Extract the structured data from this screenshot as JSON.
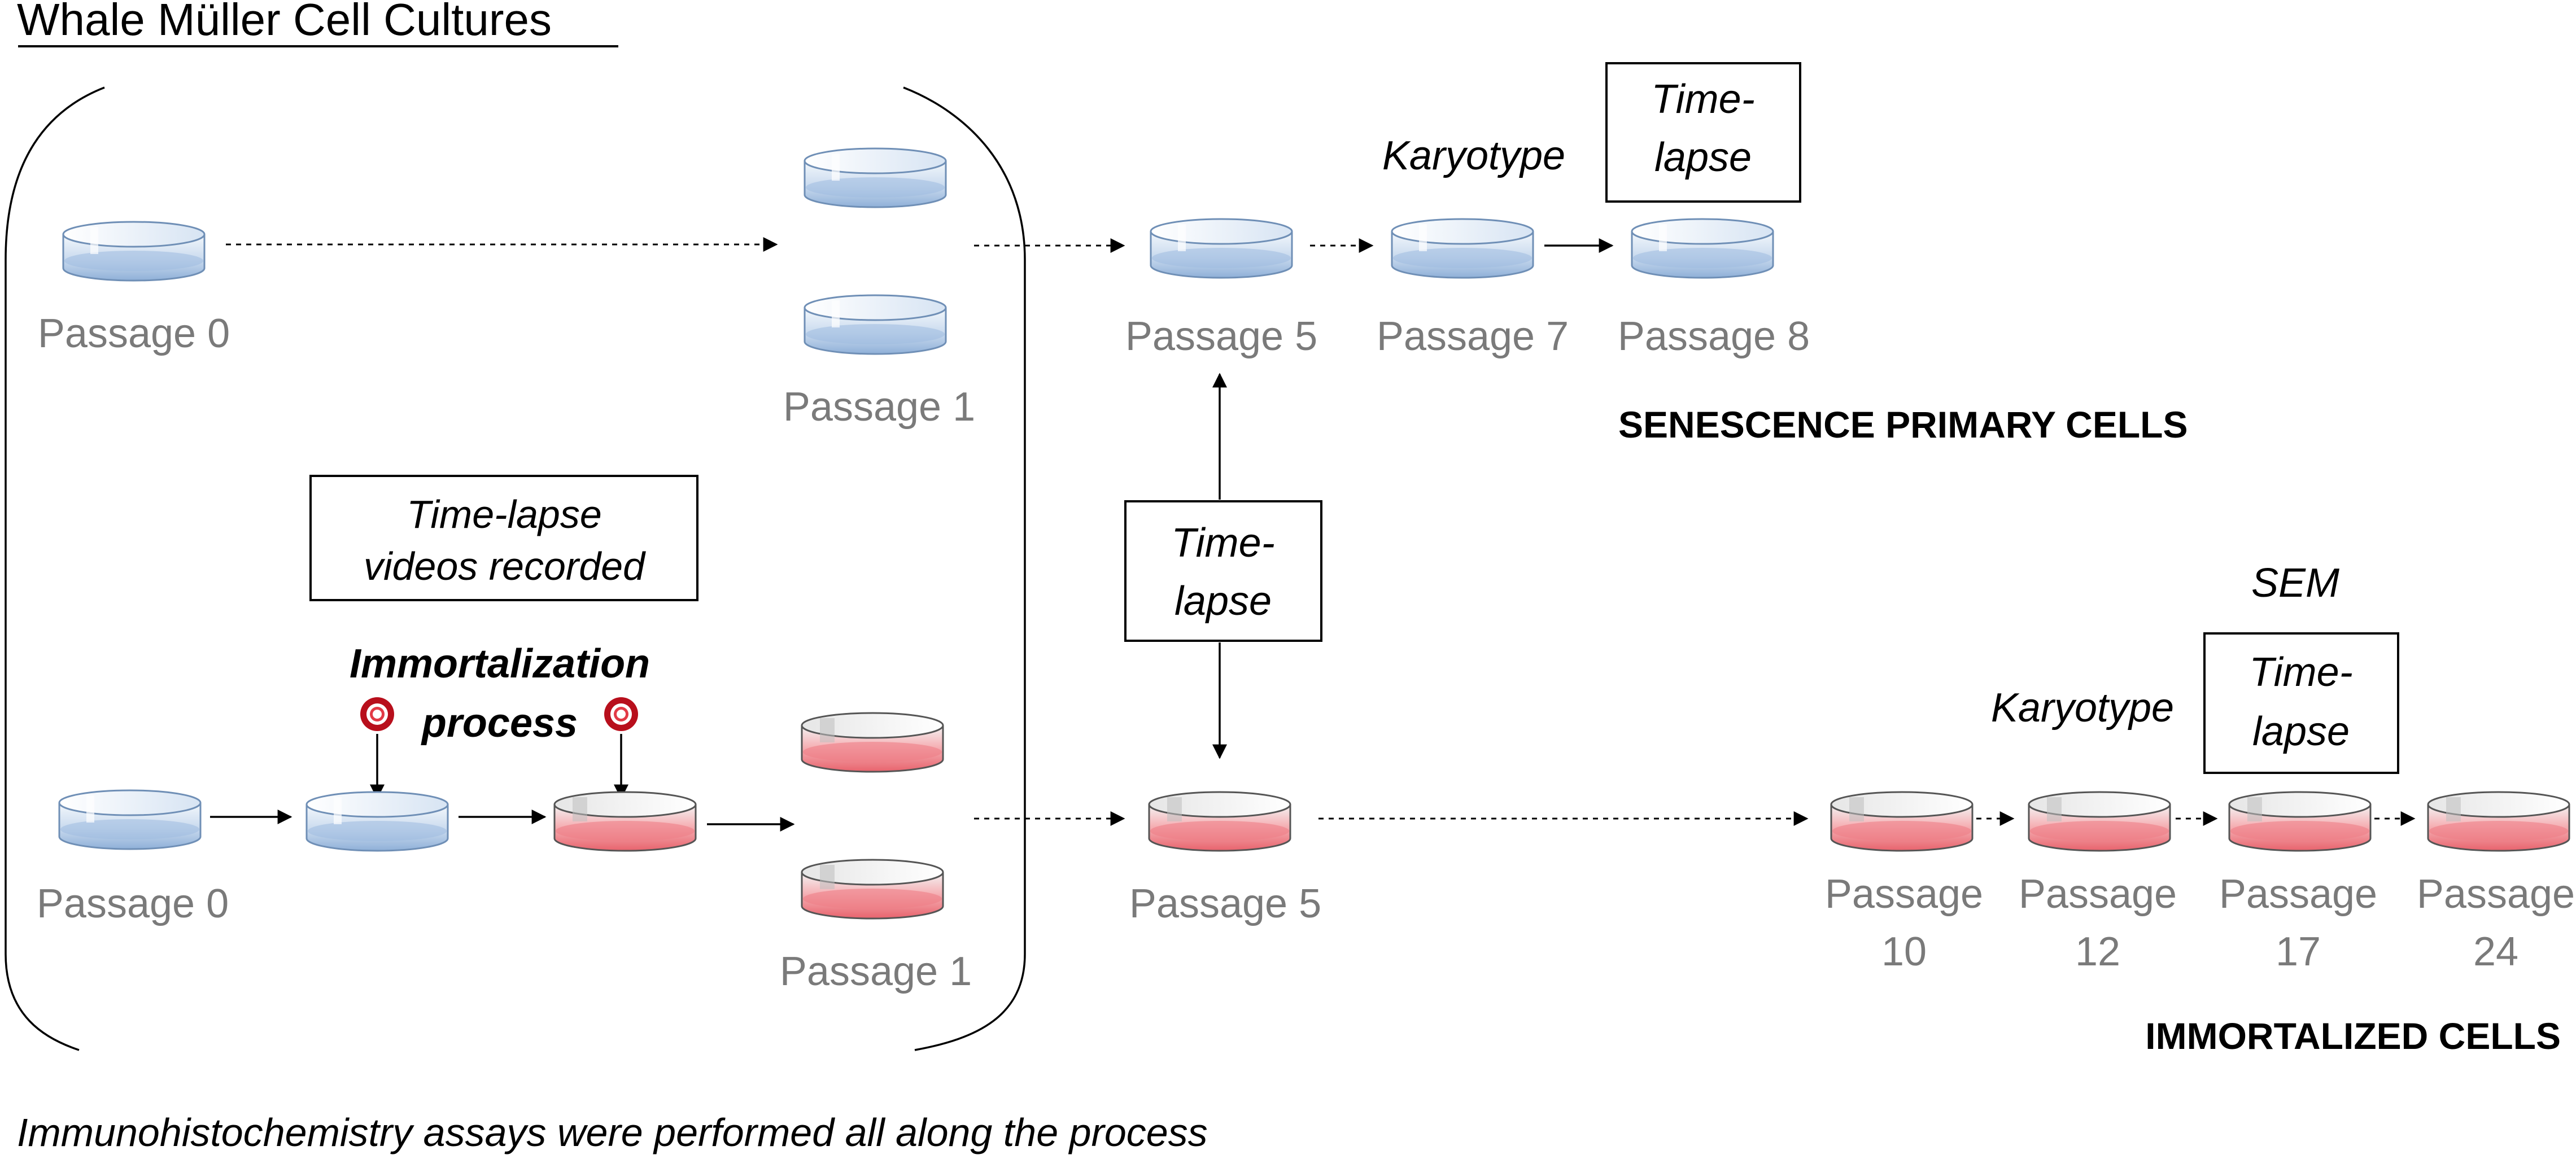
{
  "title": "Whale Müller Cell Cultures",
  "footnote": "Immunohistochemistry assays were performed all along the process",
  "colors": {
    "primary_dish": "#9bb7dc",
    "immortalized_dish": "#ee7c84",
    "label_grey": "#7a7a7a",
    "line": "#000000"
  },
  "primary_row": {
    "p0": "Passage 0",
    "p1": "Passage 1",
    "p5": "Passage 5",
    "p7": "Passage 7",
    "p8": "Passage 8",
    "karyotype": "Karyotype",
    "timelapse_l1": "Time-",
    "timelapse_l2": "lapse",
    "group_label": "SENESCENCE PRIMARY CELLS"
  },
  "immortal_row": {
    "p0": "Passage 0",
    "p1": "Passage 1",
    "p5": "Passage 5",
    "timelapse_videos_l1": "Time-lapse",
    "timelapse_videos_l2": "videos recorded",
    "immortalization_l1": "Immortalization",
    "immortalization_l2": "process",
    "passage_word": "Passage",
    "p10": "10",
    "p12": "12",
    "p17": "17",
    "p24": "24",
    "karyotype": "Karyotype",
    "sem": "SEM",
    "timelapse_l1": "Time-",
    "timelapse_l2": "lapse",
    "group_label": "IMMORTALIZED CELLS"
  },
  "middle_box": {
    "l1": "Time-",
    "l2": "lapse"
  }
}
